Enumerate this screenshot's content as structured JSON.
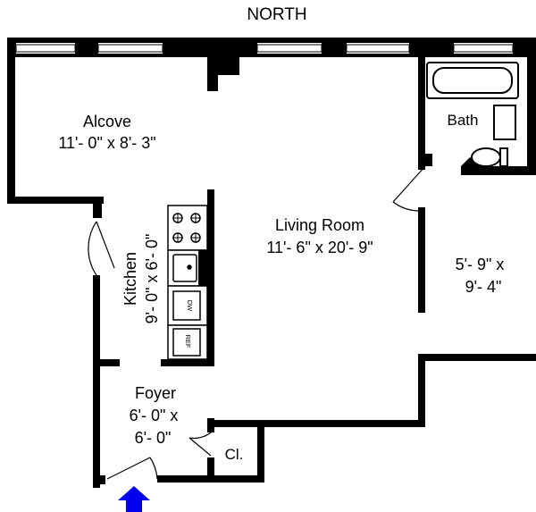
{
  "compass": {
    "label": "NORTH"
  },
  "rooms": {
    "alcove": {
      "name": "Alcove",
      "size": "11'- 0\" x 8'- 3\""
    },
    "living": {
      "name": "Living Room",
      "size": "11'- 6\" x 20'- 9\""
    },
    "bath": {
      "name": "Bath"
    },
    "east": {
      "size_line1": "5'- 9\" x",
      "size_line2": "9'- 4\""
    },
    "kitchen": {
      "name": "Kitchen",
      "size": "9'- 0\" x 6'- 0\""
    },
    "foyer": {
      "name": "Foyer",
      "size_line1": "6'- 0\" x",
      "size_line2": "6'- 0\""
    },
    "closet": {
      "name": "Cl."
    }
  },
  "appliances": {
    "dishwasher": "DW",
    "refrigerator": "REF"
  },
  "entrance": {
    "arrow_color": "#0000ee",
    "icon": "entrance-arrow-icon"
  },
  "colors": {
    "walls": "#000000",
    "background": "#ffffff"
  }
}
